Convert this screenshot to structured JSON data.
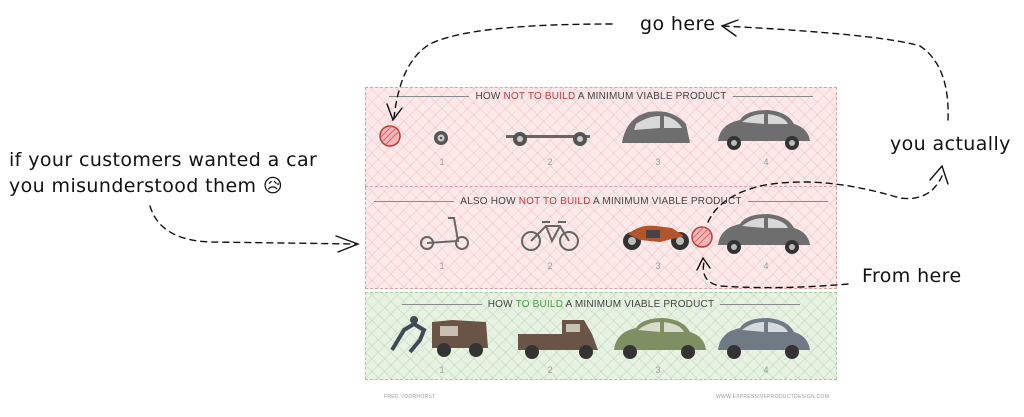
{
  "annotations": {
    "go_here": "go here",
    "you_actually": "you actually",
    "from_here": "From here",
    "customers_line1": "if your customers wanted a car",
    "customers_line2": "you misunderstood them 😥"
  },
  "rows": [
    {
      "title_pre": "HOW ",
      "title_em": "NOT TO BUILD",
      "title_post": " A MINIMUM VIABLE PRODUCT",
      "steps": [
        "1",
        "2",
        "3",
        "4"
      ],
      "items": [
        "wheel-icon",
        "chassis-icon",
        "car-body-icon",
        "citroen-car-icon"
      ]
    },
    {
      "title_pre": "ALSO HOW ",
      "title_em": "NOT TO BUILD",
      "title_post": " A MINIMUM VIABLE PRODUCT",
      "steps": [
        "1",
        "2",
        "3",
        "4"
      ],
      "items": [
        "scooter-icon",
        "bicycle-icon",
        "motorcycle-icon",
        "citroen-car-icon"
      ]
    },
    {
      "title_pre": "HOW ",
      "title_em": "TO BUILD",
      "title_post": " A MINIMUM VIABLE PRODUCT",
      "steps": [
        "1",
        "2",
        "3",
        "4"
      ],
      "items": [
        "pushed-car-icon",
        "pickup-truck-icon",
        "green-citroen-icon",
        "grey-citroen-icon"
      ]
    }
  ],
  "footer": {
    "left": "FRED VOORHORST",
    "right": "WWW.EXPRESSIVEPRODUCTDESIGN.COM"
  },
  "colors": {
    "not_build": "#c23b3b",
    "build": "#4f9a45",
    "highlight_circle": "#e8a0a0"
  }
}
